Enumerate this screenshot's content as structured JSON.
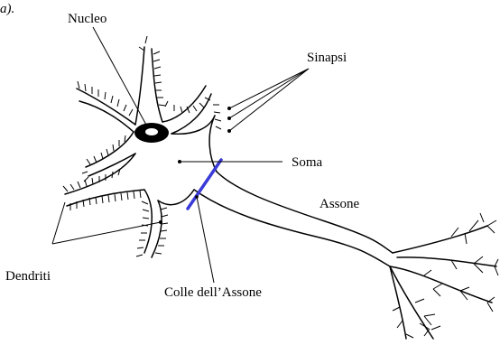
{
  "figure": {
    "caption_fragment": "a).",
    "labels": {
      "nucleus": "Nucleo",
      "synapses": "Sinapsi",
      "soma": "Soma",
      "axon": "Assone",
      "dendrites": "Dendriti",
      "axon_hillock": "Colle dell’Assone"
    },
    "colors": {
      "line": "#000000",
      "axon_hillock_marker": "#3a3ad8",
      "nucleus_fill": "#000000"
    }
  }
}
